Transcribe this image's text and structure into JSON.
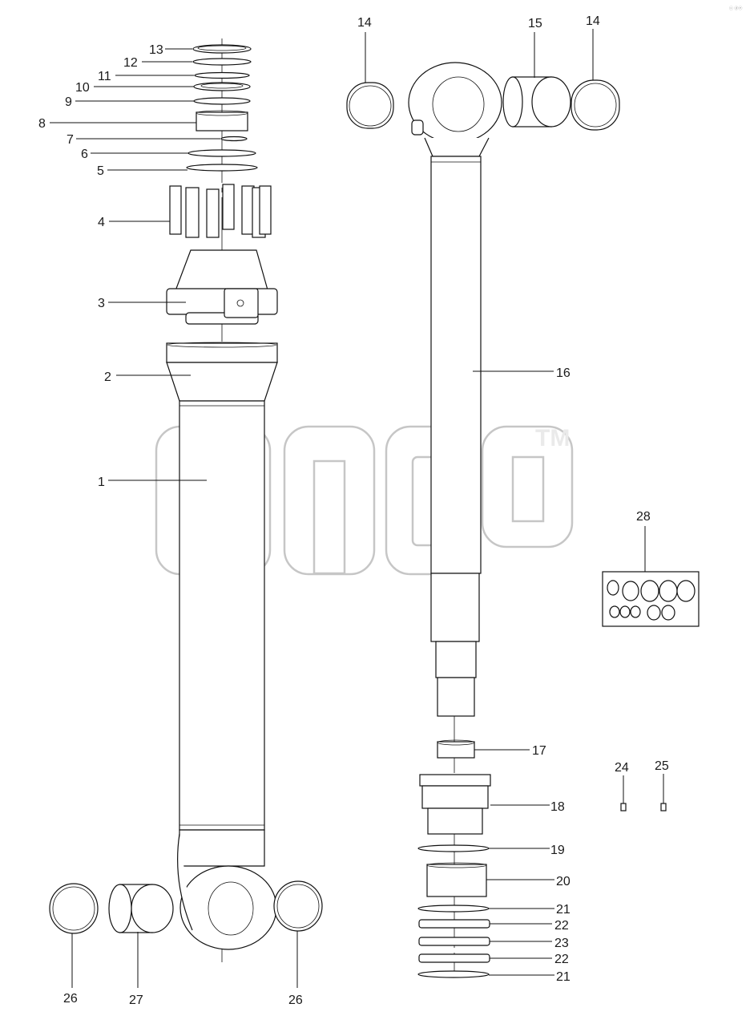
{
  "watermark": {
    "tm": "TM",
    "corner_mark": "ⓒ ⓓⓔ"
  },
  "callouts": [
    {
      "id": "c13",
      "text": "13"
    },
    {
      "id": "c12",
      "text": "12"
    },
    {
      "id": "c11",
      "text": "11"
    },
    {
      "id": "c10",
      "text": "10"
    },
    {
      "id": "c9",
      "text": "9"
    },
    {
      "id": "c8",
      "text": "8"
    },
    {
      "id": "c7",
      "text": "7"
    },
    {
      "id": "c6",
      "text": "6"
    },
    {
      "id": "c5",
      "text": "5"
    },
    {
      "id": "c4",
      "text": "4"
    },
    {
      "id": "c3",
      "text": "3"
    },
    {
      "id": "c2",
      "text": "2"
    },
    {
      "id": "c1",
      "text": "1"
    },
    {
      "id": "c14a",
      "text": "14"
    },
    {
      "id": "c15",
      "text": "15"
    },
    {
      "id": "c14b",
      "text": "14"
    },
    {
      "id": "c16",
      "text": "16"
    },
    {
      "id": "c28",
      "text": "28"
    },
    {
      "id": "c17",
      "text": "17"
    },
    {
      "id": "c24",
      "text": "24"
    },
    {
      "id": "c25",
      "text": "25"
    },
    {
      "id": "c18",
      "text": "18"
    },
    {
      "id": "c19",
      "text": "19"
    },
    {
      "id": "c20",
      "text": "20"
    },
    {
      "id": "c21a",
      "text": "21"
    },
    {
      "id": "c22a",
      "text": "22"
    },
    {
      "id": "c23",
      "text": "23"
    },
    {
      "id": "c22b",
      "text": "22"
    },
    {
      "id": "c21b",
      "text": "21"
    },
    {
      "id": "c26a",
      "text": "26"
    },
    {
      "id": "c27",
      "text": "27"
    },
    {
      "id": "c26b",
      "text": "26"
    }
  ]
}
